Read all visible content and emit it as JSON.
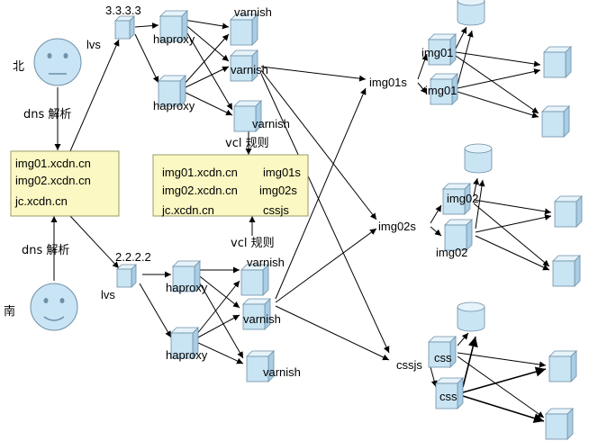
{
  "labels": {
    "north": "北",
    "south": "南",
    "dns_north": "dns 解析",
    "dns_south": "dns 解析",
    "lvs_top": "lvs",
    "lvs_bottom": "lvs",
    "ip_top": "3.3.3.3",
    "ip_bottom": "2.2.2.2",
    "haproxy": "haproxy",
    "varnish": "varnish",
    "vcl_top": "vcl 规则",
    "vcl_bottom": "vcl 规则",
    "img01s": "img01s",
    "img02s": "img02s",
    "cssjs": "cssjs",
    "img01": "img01",
    "img02": "img02",
    "css": "css"
  },
  "dns_box": {
    "lines": [
      "img01.xcdn.cn",
      "img02.xcdn.cn",
      "jc.xcdn.cn"
    ]
  },
  "vcl_box": {
    "rows": [
      {
        "domain": "img01.xcdn.cn",
        "target": "img01s"
      },
      {
        "domain": "img02.xcdn.cn",
        "target": "img02s"
      },
      {
        "domain": "jc.xcdn.cn",
        "target": "cssjs"
      }
    ]
  },
  "colors": {
    "cube_front": "#c9e4f3",
    "cube_top": "#e6f3fb",
    "cube_side": "#a9cde4",
    "face": "#c8e4f5",
    "note_box": "#fbf8c3"
  }
}
